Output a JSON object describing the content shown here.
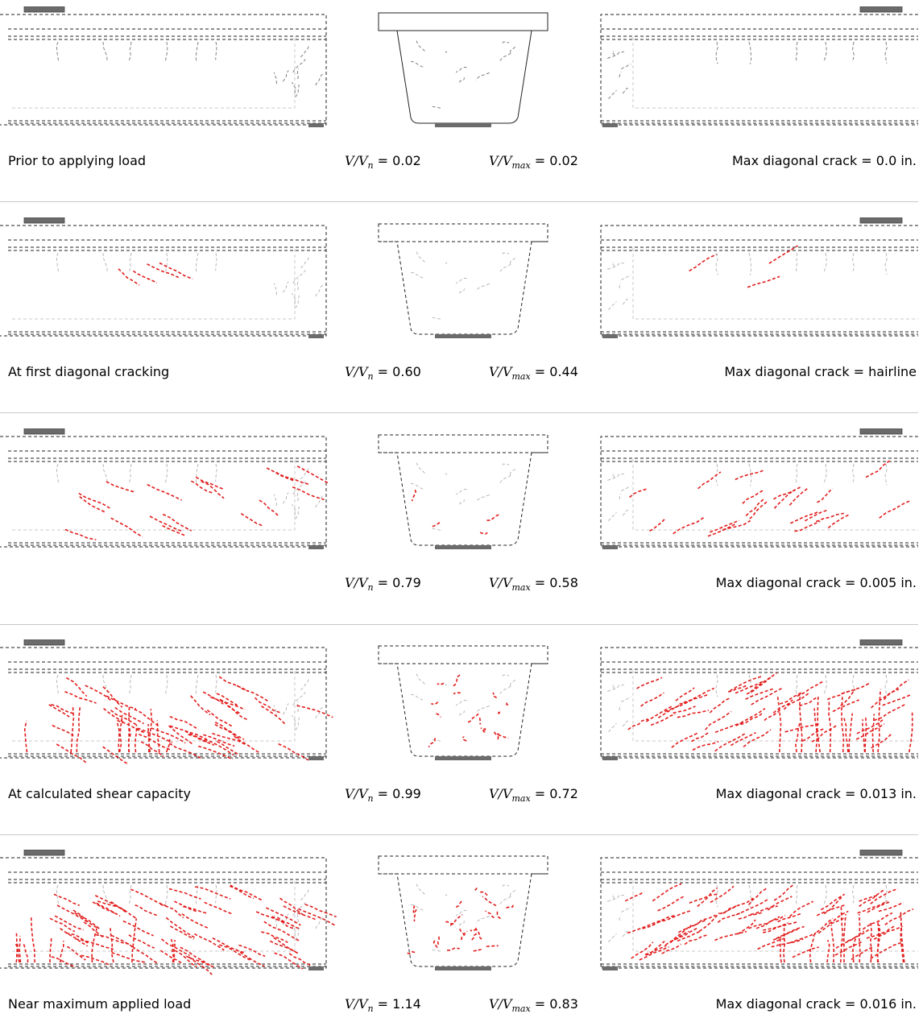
{
  "colors": {
    "crack_new": "#e21b1b",
    "crack_old": "#b8b8b8",
    "outline": "#222222",
    "bearing": "#6b6b6b"
  },
  "stages": [
    {
      "label": "Prior to applying load",
      "vn": "0.02",
      "vmax": "0.02",
      "crack": "Max diagonal crack = 0.0 in.",
      "level": 0
    },
    {
      "label": "At first diagonal cracking",
      "vn": "0.60",
      "vmax": "0.44",
      "crack": "Max diagonal crack = hairline",
      "level": 1
    },
    {
      "label": "",
      "vn": "0.79",
      "vmax": "0.58",
      "crack": "Max diagonal crack = 0.005 in.",
      "level": 2
    },
    {
      "label": "At calculated shear capacity",
      "vn": "0.99",
      "vmax": "0.72",
      "crack": "Max diagonal crack = 0.013 in.",
      "level": 3
    },
    {
      "label": "Near maximum applied load",
      "vn": "1.14",
      "vmax": "0.83",
      "crack": "Max diagonal crack = 0.016 in.",
      "level": 4
    }
  ],
  "ratio_labels": {
    "vn_num": "V",
    "vn_den": "V",
    "vn_sub": "n",
    "vmax_num": "V",
    "vmax_den": "V",
    "vmax_sub": "max"
  }
}
